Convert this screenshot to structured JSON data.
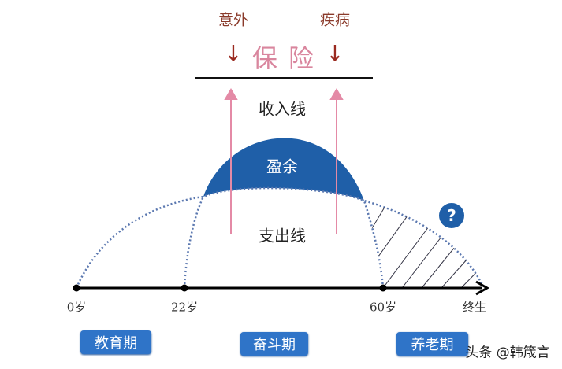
{
  "risks": {
    "left": "意外",
    "right": "疾病"
  },
  "insurance": "保险",
  "arrow_glyph": "↓",
  "income_line": "收入线",
  "surplus": "盈余",
  "expense_line": "支出线",
  "question_icon": "?",
  "axis_labels": [
    "0岁",
    "22岁",
    "60岁",
    "终生"
  ],
  "stages": [
    "教育期",
    "奋斗期",
    "养老期"
  ],
  "watermark": "头条 @韩箴言",
  "colors": {
    "surplus_fill": "#1f5fa8",
    "arrow_pink": "#e48aa6",
    "button": "#2f74c8",
    "dotted": "#5b78b0"
  }
}
